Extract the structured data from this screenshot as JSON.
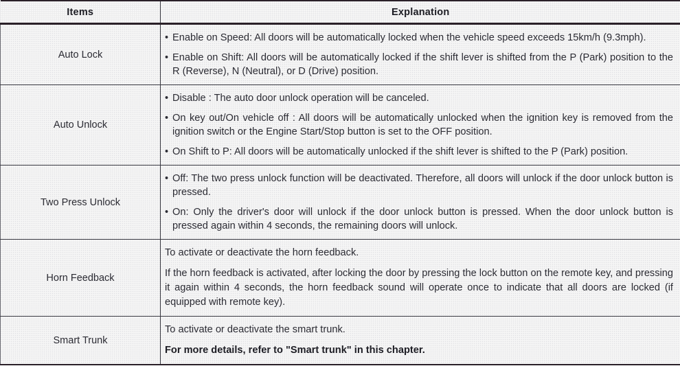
{
  "table": {
    "headers": {
      "items": "Items",
      "explanation": "Explanation"
    },
    "bullet_glyph": "•",
    "rows": [
      {
        "item": "Auto Lock",
        "style": "bullets",
        "lines": [
          "Enable on Speed: All doors will be automatically locked when the vehicle speed exceeds 15km/h (9.3mph).",
          "Enable on Shift: All doors will be automatically locked if the shift lever is shifted from the P (Park) position to the R (Reverse), N (Neutral), or D (Drive) position."
        ]
      },
      {
        "item": "Auto Unlock",
        "style": "bullets",
        "lines": [
          "Disable : The auto door unlock operation will be canceled.",
          "On key out/On vehicle off : All doors will be automatically unlocked when the ignition key is removed from the ignition switch or the Engine Start/Stop button is set to the OFF position.",
          "On Shift to P: All doors will be automatically unlocked if the shift lever is shifted to the P (Park) position."
        ]
      },
      {
        "item": "Two Press Unlock",
        "style": "bullets",
        "lines": [
          "Off: The two press unlock function will be deactivated. Therefore, all doors will unlock if the door unlock button is pressed.",
          "On: Only the driver's door will unlock if the door unlock button is pressed. When the door unlock button is pressed again within 4 seconds, the remaining doors will unlock."
        ]
      },
      {
        "item": "Horn Feedback",
        "style": "plain",
        "lines": [
          "To activate or deactivate the horn feedback.",
          "If the horn feedback is activated, after locking the door by pressing the lock button on the remote key, and pressing it again within 4 seconds, the horn feedback sound will operate once to indicate that all doors are locked (if equipped with remote key)."
        ],
        "bold_lines": [
          false,
          false
        ]
      },
      {
        "item": "Smart Trunk",
        "style": "plain",
        "lines": [
          "To activate or deactivate the smart trunk.",
          "For more details, refer to \"Smart trunk\" in this chapter."
        ],
        "bold_lines": [
          false,
          true
        ]
      }
    ]
  },
  "colors": {
    "text": "#2b2b33",
    "heading_text": "#1d1d24",
    "surface": "#f2f2f2",
    "rule": "#3a3a42",
    "heavy_rule": "#2a2028"
  }
}
